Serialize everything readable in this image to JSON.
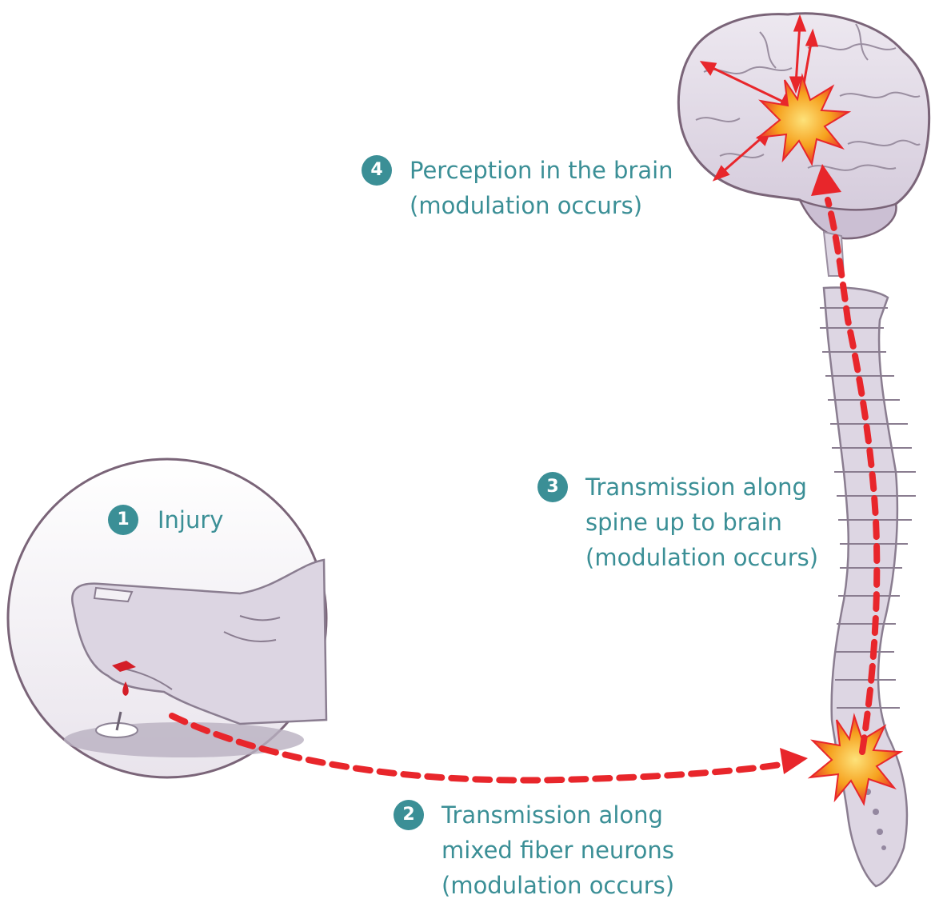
{
  "colors": {
    "accent_teal": "#3b8f96",
    "pain_red": "#e8262b",
    "bone_lavender": "#ddd6e3",
    "outline_plum": "#7a6478",
    "burst_orange": "#f6a11e"
  },
  "steps": [
    {
      "number": "1",
      "lines": [
        "Injury"
      ]
    },
    {
      "number": "2",
      "lines": [
        "Transmission along",
        "mixed fiber neurons",
        "(modulation occurs)"
      ]
    },
    {
      "number": "3",
      "lines": [
        "Transmission along",
        "spine up to brain",
        "(modulation occurs)"
      ]
    },
    {
      "number": "4",
      "lines": [
        "Perception in the brain",
        "(modulation occurs)"
      ]
    }
  ],
  "icons": {
    "injury": "foot-on-tack-icon",
    "spine": "spine-icon",
    "brain": "brain-icon",
    "pain_burst": "pain-burst-icon"
  }
}
